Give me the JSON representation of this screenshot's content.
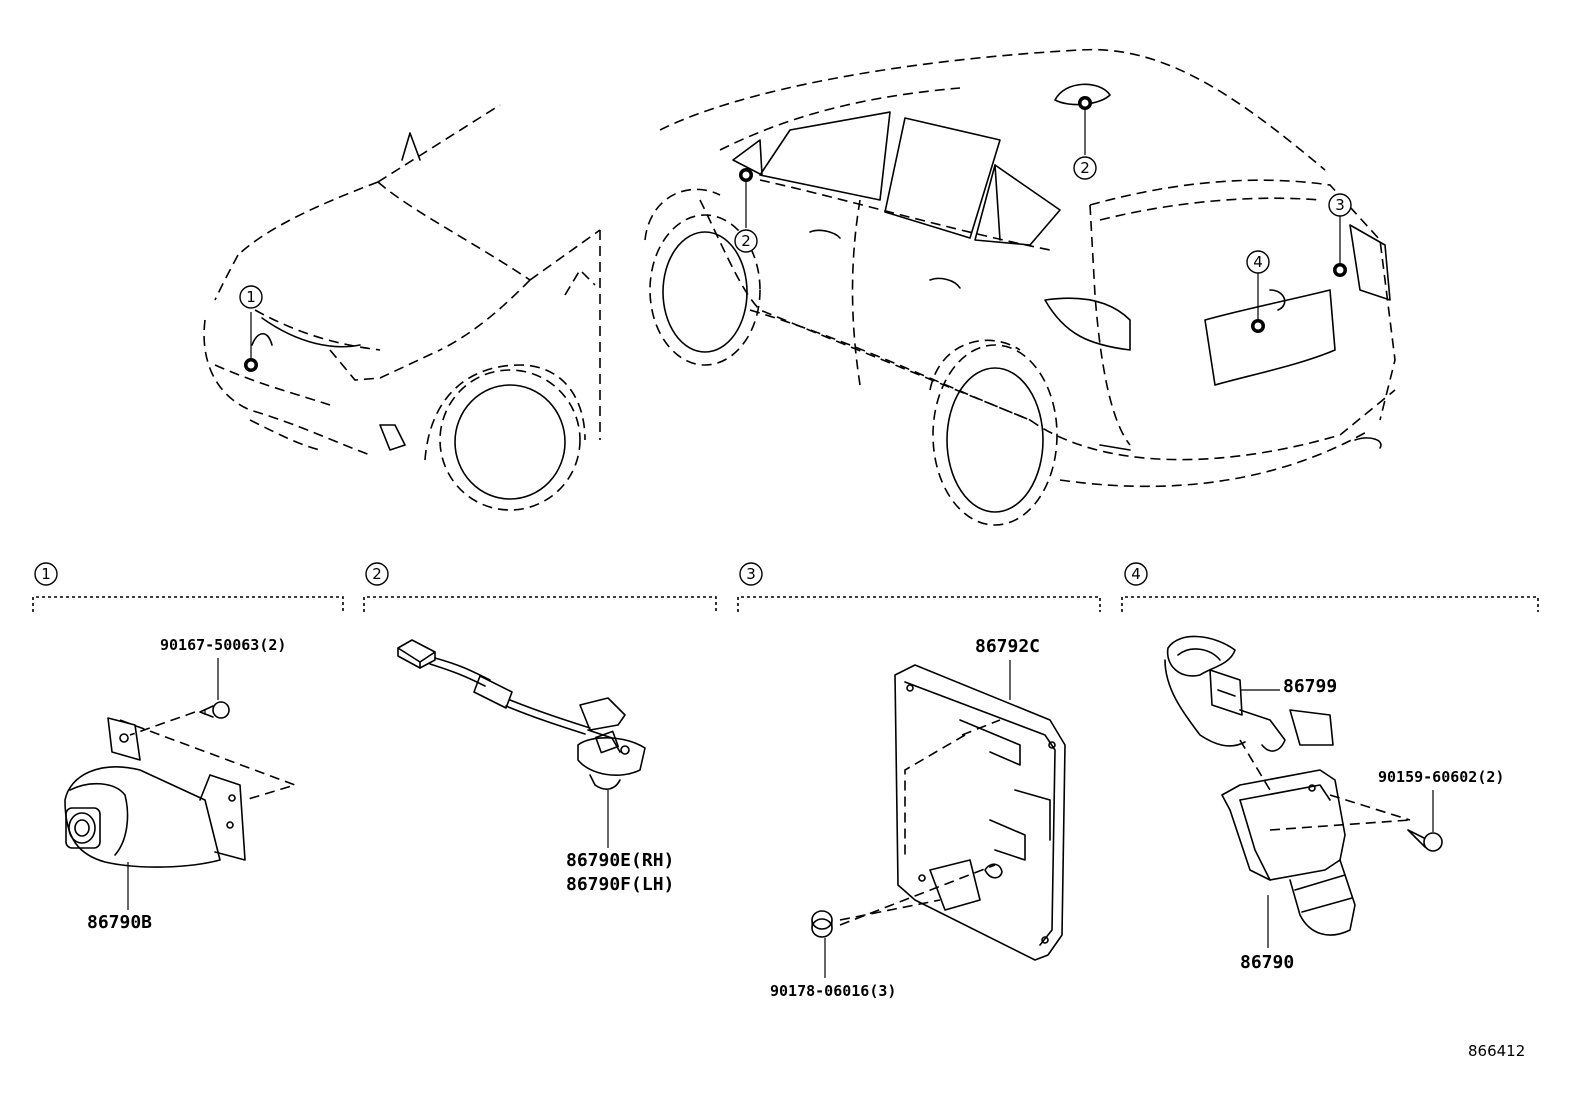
{
  "callouts": [
    "1",
    "2",
    "2",
    "3",
    "4"
  ],
  "sections": [
    {
      "number": "1",
      "parts": {
        "camera": "86790B",
        "screw": "90167-50063(2)"
      }
    },
    {
      "number": "2",
      "parts": {
        "camera_rh": "86790E(RH)",
        "camera_lh": "86790F(LH)"
      }
    },
    {
      "number": "3",
      "parts": {
        "bracket": "86792C",
        "nut": "90178-06016(3)"
      }
    },
    {
      "number": "4",
      "parts": {
        "cover": "86799",
        "screw": "90159-60602(2)",
        "camera": "86790"
      }
    }
  ],
  "diagram_id": "866412"
}
